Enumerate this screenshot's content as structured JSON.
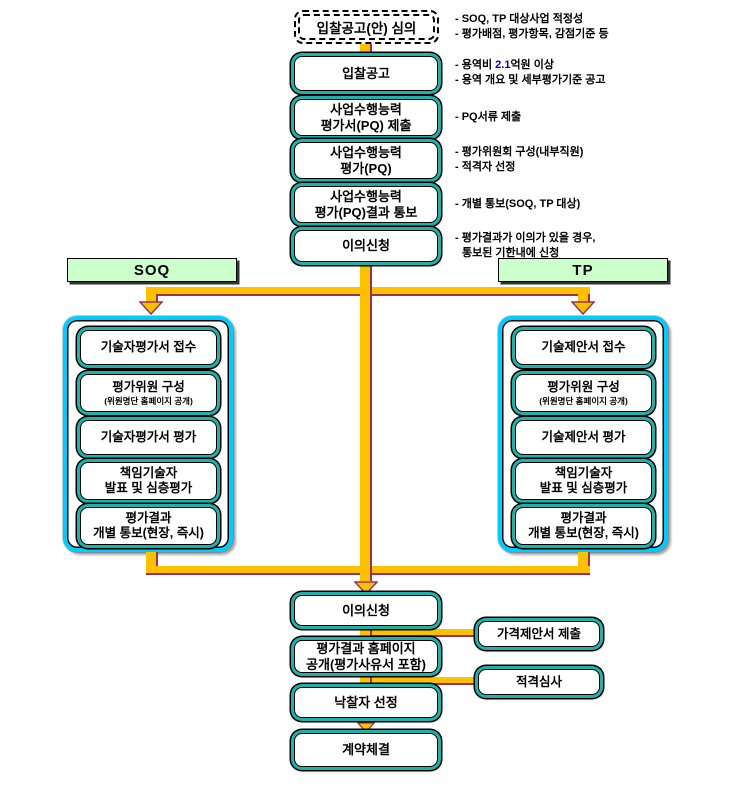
{
  "palette": {
    "connector_yellow": "#FFC000",
    "connector_maroon": "#993355",
    "box_ring_teal": "#20B2AA",
    "container_cyan": "#00CCFF",
    "header_green": "#CCFFCC",
    "highlight_blue": "#0000DD"
  },
  "main_flow": [
    {
      "label": "입찰공고(안) 심의"
    },
    {
      "label": "입찰공고"
    },
    {
      "label": "사업수행능력\n평가서(PQ) 제출"
    },
    {
      "label": "사업수행능력\n평가(PQ)"
    },
    {
      "label": "사업수행능력\n평가(PQ)결과 통보"
    },
    {
      "label": "이의신청"
    }
  ],
  "notes": [
    {
      "lines": [
        "- SOQ, TP 대상사업 적정성",
        "- 평가배점, 평가항목, 감점기준 등"
      ]
    },
    {
      "prefix": "- 용역비 ",
      "highlight": "2.1",
      "suffix": "억원 이상",
      "line2": "- 용역 개요 및 세부평가기준 공고"
    },
    {
      "lines": [
        "- PQ서류 제출"
      ]
    },
    {
      "lines": [
        "- 평가위원회 구성(내부직원)",
        "- 적격자 선정"
      ]
    },
    {
      "lines": [
        "- 개별 통보(SOQ, TP 대상)"
      ]
    },
    {
      "lines": [
        "- 평가결과가 이의가 있을 경우,",
        "통보된 기한내에 신청"
      ]
    }
  ],
  "branches": {
    "left": {
      "header": "SOQ",
      "steps": [
        {
          "label": "기술자평가서 접수"
        },
        {
          "label": "평가위원 구성",
          "sublabel": "(위원명단 홈페이지 공개)"
        },
        {
          "label": "기술자평가서 평가"
        },
        {
          "label": "책임기술자\n발표 및 심층평가"
        },
        {
          "label": "평가결과\n개별 통보(현장, 즉시)"
        }
      ]
    },
    "right": {
      "header": "TP",
      "steps": [
        {
          "label": "기술제안서 접수"
        },
        {
          "label": "평가위원 구성",
          "sublabel": "(위원명단 홈페이지 공개)"
        },
        {
          "label": "기술제안서 평가"
        },
        {
          "label": "책임기술자\n발표 및 심층평가"
        },
        {
          "label": "평가결과\n개별 통보(현장, 즉시)"
        }
      ]
    }
  },
  "bottom_flow": [
    {
      "label": "이의신청"
    },
    {
      "label": "평가결과 홈페이지\n공개(평가사유서 포함)"
    },
    {
      "label": "낙찰자 선정"
    },
    {
      "label": "계약체결"
    }
  ],
  "side_boxes": [
    {
      "label": "가격제안서 제출"
    },
    {
      "label": "적격심사"
    }
  ]
}
